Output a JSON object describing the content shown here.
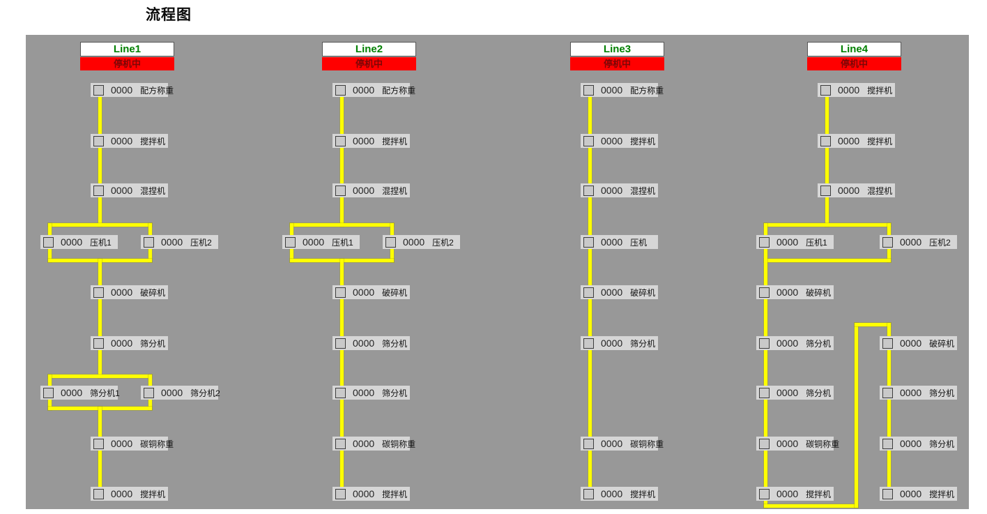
{
  "title": "流程图",
  "colors": {
    "flow_line": "#ffff00",
    "status_bg": "#ff0000",
    "status_text": "#7c0606",
    "line_name_text": "#008000",
    "panel_bg": "#989898"
  },
  "lines": [
    {
      "name": "Line1",
      "status": "停机中",
      "stations": [
        {
          "row": 1,
          "col": "c",
          "value": "0000",
          "label": "配方称重"
        },
        {
          "row": 2,
          "col": "c",
          "value": "0000",
          "label": "搅拌机"
        },
        {
          "row": 3,
          "col": "c",
          "value": "0000",
          "label": "混捏机"
        },
        {
          "row": 4,
          "col": "l",
          "value": "0000",
          "label": "压机1"
        },
        {
          "row": 4,
          "col": "r",
          "value": "0000",
          "label": "压机2"
        },
        {
          "row": 5,
          "col": "c",
          "value": "0000",
          "label": "破碎机"
        },
        {
          "row": 6,
          "col": "c",
          "value": "0000",
          "label": "筛分机"
        },
        {
          "row": 7,
          "col": "l",
          "value": "0000",
          "label": "筛分机1"
        },
        {
          "row": 7,
          "col": "r",
          "value": "0000",
          "label": "筛分机2"
        },
        {
          "row": 8,
          "col": "c",
          "value": "0000",
          "label": "碳铜称重"
        },
        {
          "row": 9,
          "col": "c",
          "value": "0000",
          "label": "搅拌机"
        }
      ]
    },
    {
      "name": "Line2",
      "status": "停机中",
      "stations": [
        {
          "row": 1,
          "col": "c",
          "value": "0000",
          "label": "配方称重"
        },
        {
          "row": 2,
          "col": "c",
          "value": "0000",
          "label": "搅拌机"
        },
        {
          "row": 3,
          "col": "c",
          "value": "0000",
          "label": "混捏机"
        },
        {
          "row": 4,
          "col": "l",
          "value": "0000",
          "label": "压机1"
        },
        {
          "row": 4,
          "col": "r",
          "value": "0000",
          "label": "压机2"
        },
        {
          "row": 5,
          "col": "c",
          "value": "0000",
          "label": "破碎机"
        },
        {
          "row": 6,
          "col": "c",
          "value": "0000",
          "label": "筛分机"
        },
        {
          "row": 7,
          "col": "c",
          "value": "0000",
          "label": "筛分机"
        },
        {
          "row": 8,
          "col": "c",
          "value": "0000",
          "label": "碳铜称重"
        },
        {
          "row": 9,
          "col": "c",
          "value": "0000",
          "label": "搅拌机"
        }
      ]
    },
    {
      "name": "Line3",
      "status": "停机中",
      "stations": [
        {
          "row": 1,
          "col": "c",
          "value": "0000",
          "label": "配方称重"
        },
        {
          "row": 2,
          "col": "c",
          "value": "0000",
          "label": "搅拌机"
        },
        {
          "row": 3,
          "col": "c",
          "value": "0000",
          "label": "混捏机"
        },
        {
          "row": 4,
          "col": "c",
          "value": "0000",
          "label": "压机"
        },
        {
          "row": 5,
          "col": "c",
          "value": "0000",
          "label": "破碎机"
        },
        {
          "row": 6,
          "col": "c",
          "value": "0000",
          "label": "筛分机"
        },
        {
          "row": 8,
          "col": "c",
          "value": "0000",
          "label": "碳铜称重"
        },
        {
          "row": 9,
          "col": "c",
          "value": "0000",
          "label": "搅拌机"
        }
      ]
    },
    {
      "name": "Line4",
      "status": "停机中",
      "stations": [
        {
          "row": 1,
          "col": "c",
          "value": "0000",
          "label": "搅拌机"
        },
        {
          "row": 2,
          "col": "c",
          "value": "0000",
          "label": "搅拌机"
        },
        {
          "row": 3,
          "col": "c",
          "value": "0000",
          "label": "混捏机"
        },
        {
          "row": 4,
          "col": "l",
          "value": "0000",
          "label": "压机1"
        },
        {
          "row": 4,
          "col": "r",
          "value": "0000",
          "label": "压机2"
        },
        {
          "row": 5,
          "col": "l",
          "value": "0000",
          "label": "破碎机"
        },
        {
          "row": 6,
          "col": "l",
          "value": "0000",
          "label": "筛分机"
        },
        {
          "row": 6,
          "col": "r",
          "value": "0000",
          "label": "破碎机"
        },
        {
          "row": 7,
          "col": "l",
          "value": "0000",
          "label": "筛分机"
        },
        {
          "row": 7,
          "col": "r",
          "value": "0000",
          "label": "筛分机"
        },
        {
          "row": 8,
          "col": "l",
          "value": "0000",
          "label": "碳铜称重"
        },
        {
          "row": 8,
          "col": "r",
          "value": "0000",
          "label": "筛分机"
        },
        {
          "row": 9,
          "col": "l",
          "value": "0000",
          "label": "搅拌机"
        },
        {
          "row": 9,
          "col": "r",
          "value": "0000",
          "label": "搅拌机"
        }
      ]
    }
  ]
}
